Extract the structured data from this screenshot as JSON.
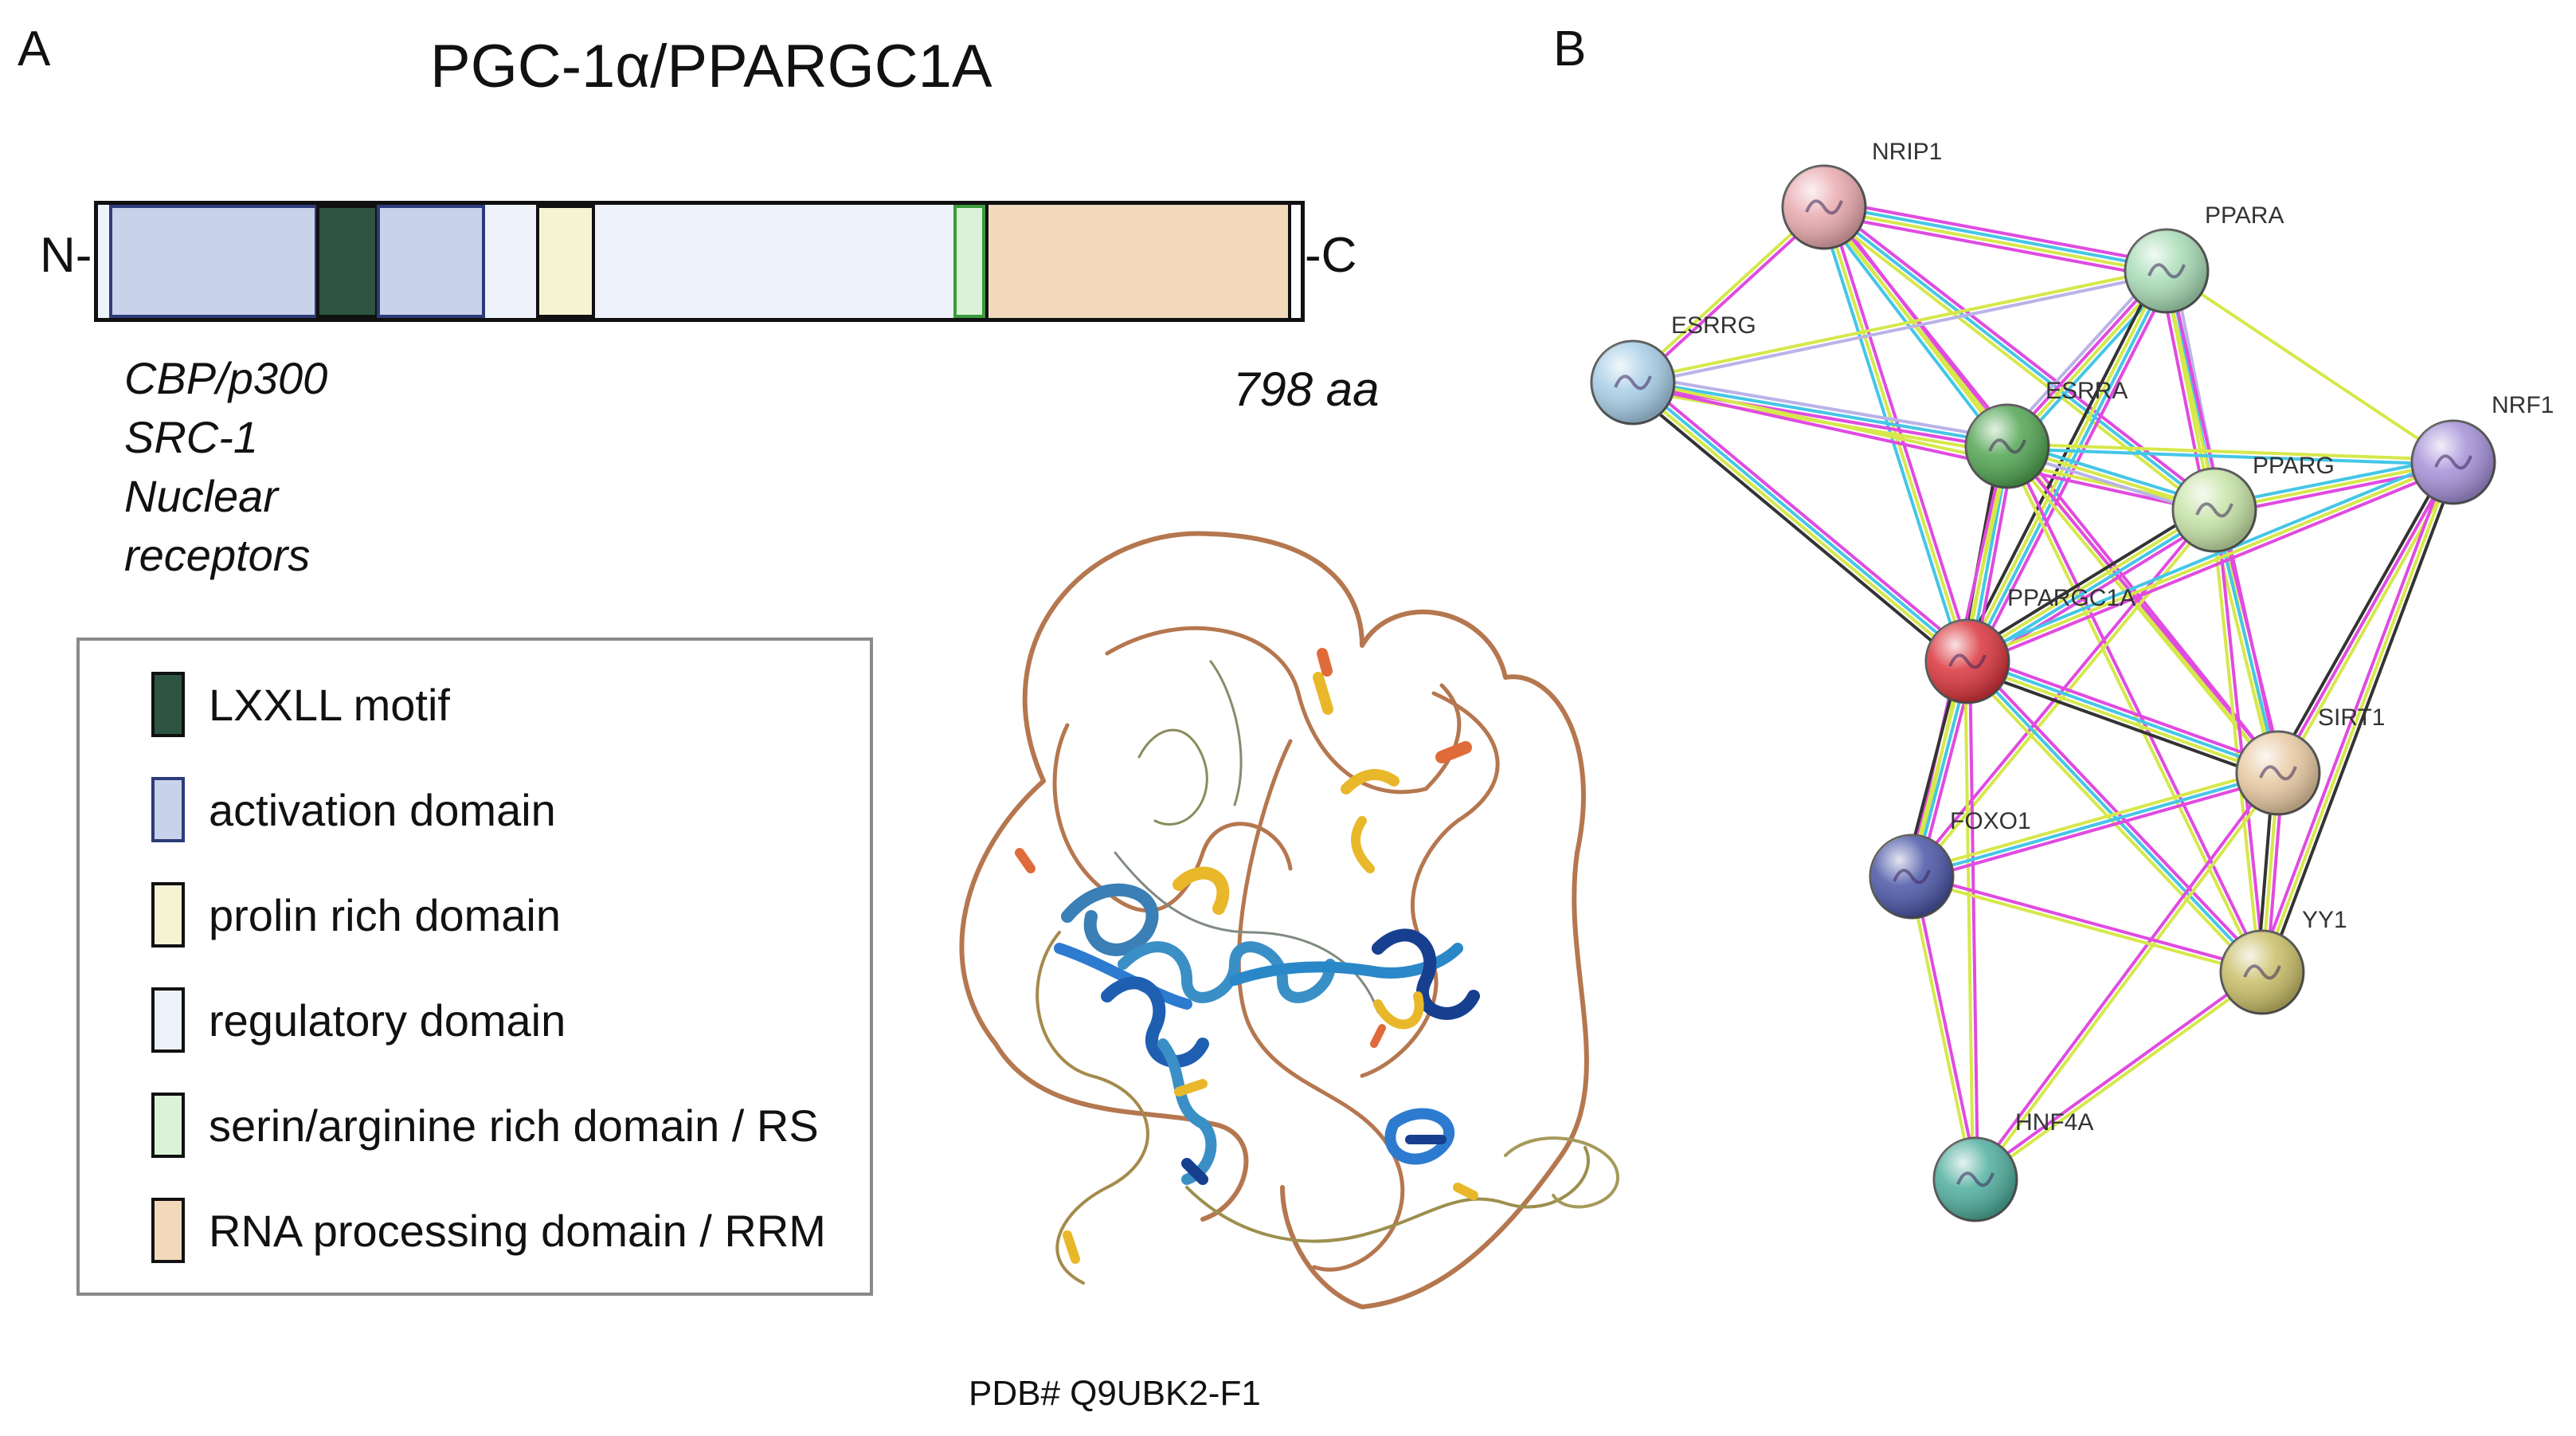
{
  "panelA": {
    "label": "A",
    "title": "PGC-1α/PPARGC1A",
    "n_term": "N-",
    "c_term": "-C",
    "length": "798 aa",
    "binding_partners": [
      "CBP/p300",
      "SRC-1",
      "Nuclear",
      "receptors"
    ],
    "legend": [
      {
        "name": "LXXLL motif",
        "color": "#2d5541",
        "border": "#111111"
      },
      {
        "name": "activation domain",
        "color": "#c8d2ea",
        "border": "#2c3c7a"
      },
      {
        "name": "prolin rich domain",
        "color": "#f6f3d2",
        "border": "#111111"
      },
      {
        "name": "regulatory domain",
        "color": "#eef2fa",
        "border": "#111111"
      },
      {
        "name": "serin/arginine rich domain / RS",
        "color": "#dbf2d8",
        "border": "#111111"
      },
      {
        "name": "RNA processing domain / RRM",
        "color": "#f2d9bc",
        "border": "#111111"
      }
    ],
    "structure_caption": "PDB# Q9UBK2-F1"
  },
  "panelB": {
    "label": "B",
    "nodes": [
      {
        "id": "NRIP1",
        "label": "NRIP1",
        "color": "#e9a9ae"
      },
      {
        "id": "PPARA",
        "label": "PPARA",
        "color": "#a8dcb6"
      },
      {
        "id": "ESRRG",
        "label": "ESRRG",
        "color": "#a6cde6"
      },
      {
        "id": "ESRRA",
        "label": "ESRRA",
        "color": "#52a553"
      },
      {
        "id": "PPARG",
        "label": "PPARG",
        "color": "#c6e3a6"
      },
      {
        "id": "NRF1",
        "label": "NRF1",
        "color": "#a490d8"
      },
      {
        "id": "PPARGC1A",
        "label": "PPARGC1A",
        "color": "#d9343b"
      },
      {
        "id": "SIRT1",
        "label": "SIRT1",
        "color": "#e8c9a2"
      },
      {
        "id": "FOXO1",
        "label": "FOXO1",
        "color": "#4b56a7"
      },
      {
        "id": "YY1",
        "label": "YY1",
        "color": "#c9bf68"
      },
      {
        "id": "HNF4A",
        "label": "HNF4A",
        "color": "#4fae9e"
      }
    ],
    "edge_colors": {
      "text_mining": "#d6e84a",
      "experiments": "#e04be0",
      "databases": "#45c6e6",
      "coexpression": "#333333",
      "homology": "#b9b3e8"
    }
  }
}
